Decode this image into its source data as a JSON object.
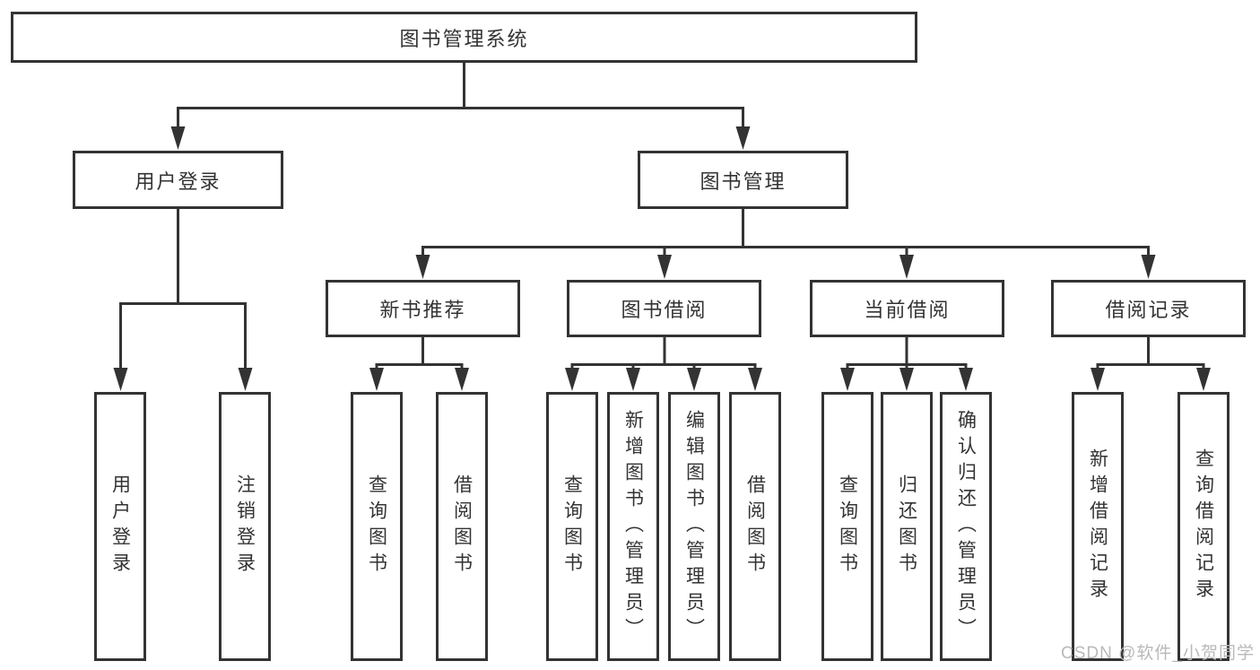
{
  "diagram": {
    "root": {
      "label": "图书管理系统"
    },
    "level2": [
      {
        "label": "用户登录"
      },
      {
        "label": "图书管理"
      }
    ],
    "level3": [
      {
        "label": "新书推荐"
      },
      {
        "label": "图书借阅"
      },
      {
        "label": "当前借阅"
      },
      {
        "label": "借阅记录"
      }
    ],
    "leaves": {
      "user_login": [
        {
          "label": "用户登录"
        },
        {
          "label": "注销登录"
        }
      ],
      "new_book": [
        {
          "label": "查询图书"
        },
        {
          "label": "借阅图书"
        }
      ],
      "book_borrow": [
        {
          "label": "查询图书"
        },
        {
          "label": "新增图书（管理员）"
        },
        {
          "label": "编辑图书（管理员）"
        },
        {
          "label": "借阅图书"
        }
      ],
      "current_borrow": [
        {
          "label": "查询图书"
        },
        {
          "label": "归还图书"
        },
        {
          "label": "确认归还（管理员）"
        }
      ],
      "borrow_records": [
        {
          "label": "新增借阅记录"
        },
        {
          "label": "查询借阅记录"
        }
      ]
    }
  },
  "watermark": "CSDN @软件_小贺同学",
  "colors": {
    "line": "#333333",
    "text": "#333333",
    "watermark": "#b9b9b9",
    "background": "#ffffff"
  }
}
